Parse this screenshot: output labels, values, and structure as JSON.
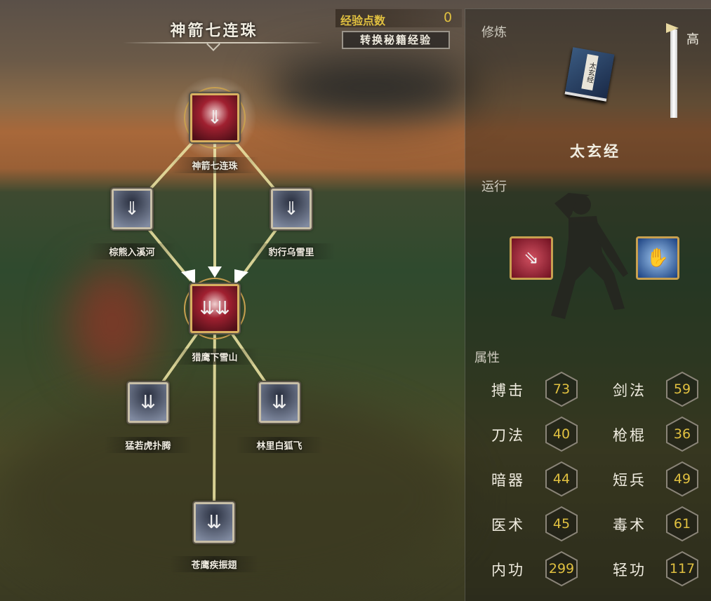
{
  "header": {
    "title": "神箭七连珠",
    "exp_label": "经验点数",
    "exp_value": "0",
    "convert_button": "转换秘籍经验"
  },
  "tree": {
    "nodes": [
      {
        "id": "root",
        "label": "神箭七连珠",
        "type": "big",
        "active": true
      },
      {
        "id": "ml",
        "label": "棕熊入溪河",
        "type": "small"
      },
      {
        "id": "mr",
        "label": "豹行乌雪里",
        "type": "small"
      },
      {
        "id": "center",
        "label": "猎鹰下雪山",
        "type": "big"
      },
      {
        "id": "ll",
        "label": "猛若虎扑腾",
        "type": "small"
      },
      {
        "id": "lr",
        "label": "林里白狐飞",
        "type": "small"
      },
      {
        "id": "bottom",
        "label": "苍鹰疾振翅",
        "type": "small"
      }
    ]
  },
  "panel": {
    "cultivate_label": "修炼",
    "level_label": "高",
    "book_name": "太玄经",
    "book_cover_text": "太玄经",
    "run_label": "运行",
    "skills": [
      {
        "icon": "triple-arrow-icon"
      },
      {
        "icon": "palm-icon"
      }
    ],
    "attr_label": "属性",
    "stats": [
      {
        "name": "搏击",
        "value": "73"
      },
      {
        "name": "剑法",
        "value": "59"
      },
      {
        "name": "刀法",
        "value": "40"
      },
      {
        "name": "枪棍",
        "value": "36"
      },
      {
        "name": "暗器",
        "value": "44"
      },
      {
        "name": "短兵",
        "value": "49"
      },
      {
        "name": "医术",
        "value": "45"
      },
      {
        "name": "毒术",
        "value": "61"
      },
      {
        "name": "内功",
        "value": "299"
      },
      {
        "name": "轻功",
        "value": "117"
      }
    ]
  },
  "colors": {
    "gold": "#e0c040",
    "line": "#e8e0a0"
  }
}
